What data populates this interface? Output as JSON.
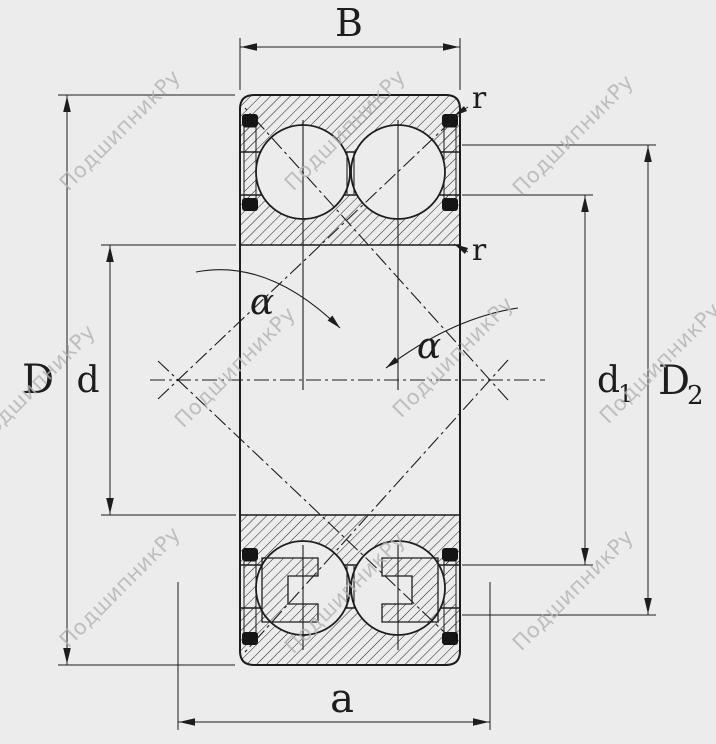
{
  "colors": {
    "background": "#ececec",
    "line": "#1d1d1d",
    "watermark": "#b3b3b3",
    "seal": "#151515"
  },
  "labels": {
    "width": "B",
    "corner_radius_outer": "r",
    "corner_radius_inner": "r",
    "contact_angle_left": "α",
    "contact_angle_right": "α",
    "outer_diameter": "D",
    "bore_diameter": "d",
    "inner_shoulder_diameter": {
      "base": "d",
      "sub": "1"
    },
    "outer_shoulder_diameter": {
      "base": "D",
      "sub": "2"
    },
    "pressure_center_distance": "a"
  },
  "watermark": {
    "text": "ПодшипникРу"
  }
}
